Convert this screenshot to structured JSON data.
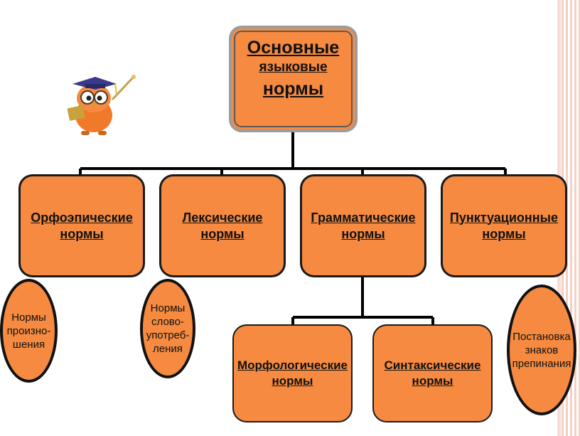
{
  "root": {
    "line1": "Основные",
    "line2": "языковые",
    "line3": "нормы"
  },
  "norms": [
    {
      "line1": "Орфоэпические",
      "line2": "нормы"
    },
    {
      "line1": "Лексические",
      "line2": "нормы"
    },
    {
      "line1": "Грамматические",
      "line2": "нормы"
    },
    {
      "line1": "Пунктуационные",
      "line2": "нормы"
    }
  ],
  "grammar_sub": [
    {
      "line1": "Морфологические",
      "line2": "нормы"
    },
    {
      "line1": "Синтаксические",
      "line2": "нормы"
    }
  ],
  "notes": {
    "pronunciation": [
      "Нормы",
      "произно-",
      "шения"
    ],
    "word_usage": [
      "Нормы",
      "слово-",
      "употреб-",
      "ления"
    ],
    "punctuation": [
      "Постановка",
      "знаков",
      "препинания"
    ]
  },
  "colors": {
    "box_fill": "#f58a40",
    "border": "#1a1a1a",
    "connector": "#000000"
  },
  "icons": {
    "mascot": "owl-scholar-illustration"
  }
}
